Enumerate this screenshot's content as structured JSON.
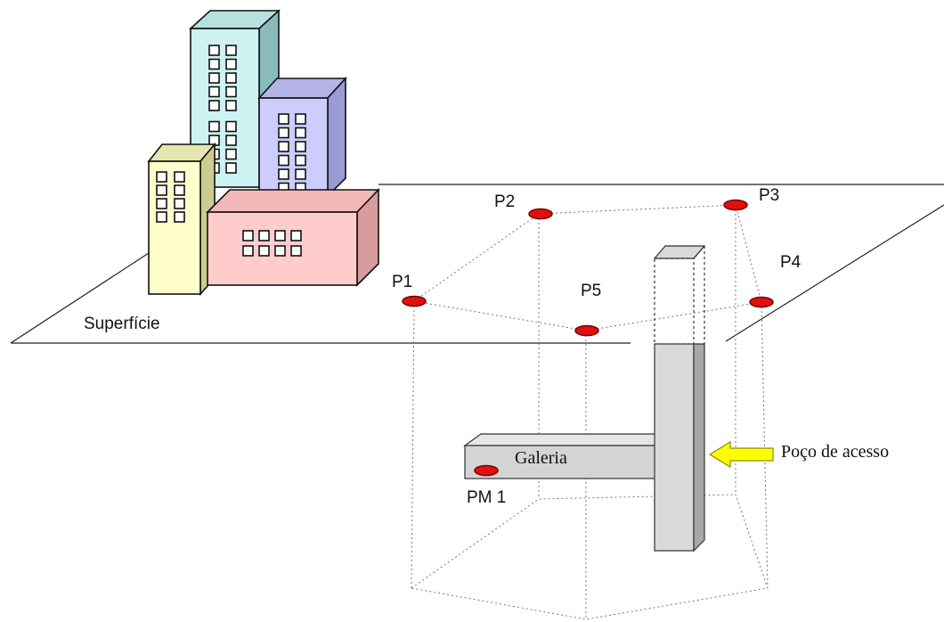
{
  "labels": {
    "surface": "Superfície",
    "gallery": "Galeria",
    "access_shaft": "Poço de acesso",
    "pm1": "PM 1"
  },
  "points": [
    {
      "id": "p1",
      "label": "P1"
    },
    {
      "id": "p2",
      "label": "P2"
    },
    {
      "id": "p3",
      "label": "P3"
    },
    {
      "id": "p4",
      "label": "P4"
    },
    {
      "id": "p5",
      "label": "P5"
    }
  ],
  "colors": {
    "point_fill": "#e01010",
    "arrow_fill": "#ffff00",
    "building_cyan": "#ccf2f2",
    "building_lavender": "#ccccff",
    "building_cream": "#ffffcc",
    "building_pink": "#ffcccc",
    "shaft_gray": "#d9d9d9"
  },
  "icons": {
    "buildings": "city-buildings-icon",
    "arrow": "left-arrow-icon"
  }
}
